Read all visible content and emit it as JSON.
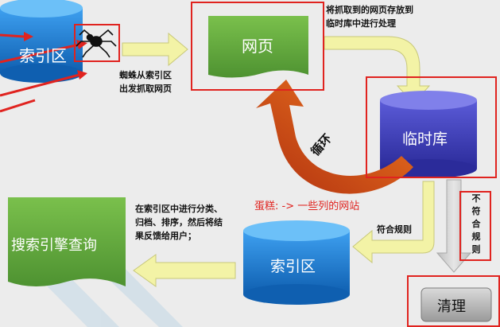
{
  "nodes": {
    "index_top": "索引区",
    "webpage": "网页",
    "temp_db": "临时库",
    "index_bottom": "索引区",
    "search": "搜索引擎查询",
    "clean": "清理"
  },
  "labels": {
    "spider_start_line1": "蜘蛛从索引区",
    "spider_start_line2": "出发抓取网页",
    "store_line1": "将抓取到的网页存放到",
    "store_line2": "临时库中进行处理",
    "loop": "循环",
    "cake": "蛋糕: -> 一些列的网站",
    "match": "符合规则",
    "process_line1": "在索引区中进行分类、",
    "process_line2": "归档、排序，然后将结",
    "process_line3": "果反馈给用户；",
    "not_match_chars": [
      "不",
      "符",
      "合",
      "规",
      "则"
    ]
  },
  "colors": {
    "blue": "#1a73c9",
    "green": "#5fa83c",
    "purple": "#3f3fb5",
    "red": "#e0231f",
    "arrow_yellow": "#f3f3a6",
    "arrow_gray": "#d4d4d4",
    "loop_orange": "#e4541b"
  }
}
